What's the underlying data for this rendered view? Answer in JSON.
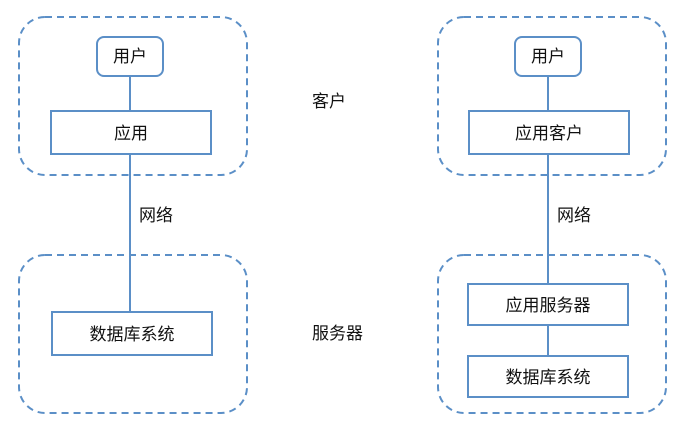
{
  "left": {
    "user": "用户",
    "app": "应用",
    "network": "网络",
    "db": "数据库系统"
  },
  "middle": {
    "client_label": "客户",
    "server_label": "服务器"
  },
  "right": {
    "user": "用户",
    "app_client": "应用客户",
    "network": "网络",
    "app_server": "应用服务器",
    "db": "数据库系统"
  },
  "colors": {
    "stroke": "#5b8fc7",
    "text": "#111111"
  }
}
